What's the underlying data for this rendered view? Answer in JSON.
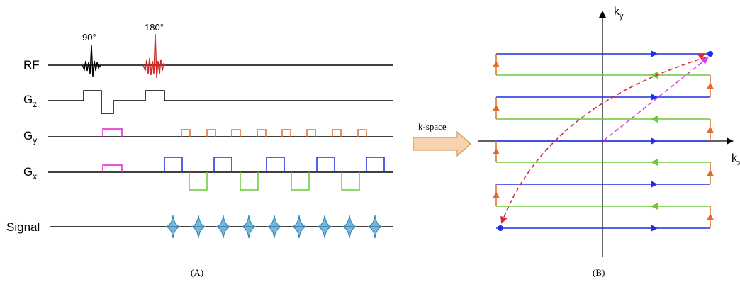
{
  "panel_a": {
    "rows": {
      "rf": "RF",
      "gz_main": "G",
      "gz_sub": "z",
      "gy_main": "G",
      "gy_sub": "y",
      "gx_main": "G",
      "gx_sub": "x",
      "signal": "Signal"
    },
    "pulse_90": "90°",
    "pulse_180": "180°",
    "caption": "(A)"
  },
  "arrow_label": "k-space",
  "panel_b": {
    "ky_main": "k",
    "ky_sub": "y",
    "kx_main": "k",
    "kx_sub": "x",
    "caption": "(B)"
  },
  "colors": {
    "black": "#000000",
    "rf_180": "#d12b2b",
    "gy_blip": "#e06b2b",
    "phase_prep": "#e020c8",
    "gx_positive": "#1f2fe6",
    "gx_negative": "#6cc93a",
    "signal_echo": "#4a9fd0",
    "arrow_fill": "#f7d2ae",
    "arrow_stroke": "#d9925a",
    "traj_up": "#e06b2b",
    "dashed_red": "#d42b3a",
    "dashed_magenta": "#e23ce0"
  }
}
